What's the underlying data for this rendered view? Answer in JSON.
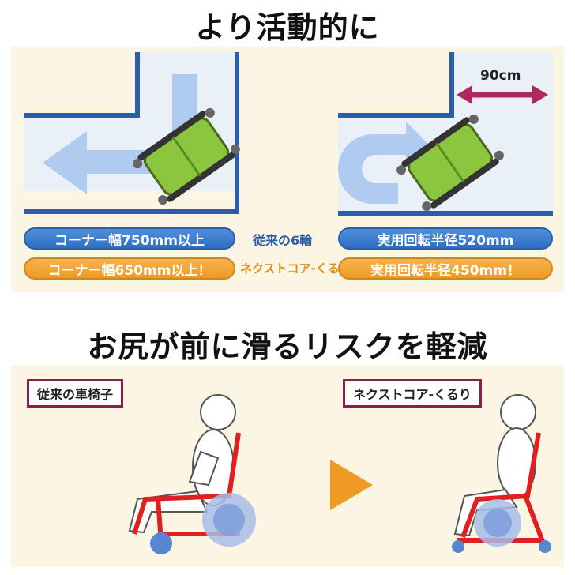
{
  "section1": {
    "title": "より活動的に",
    "dimension_label": "90cm",
    "middle_label_conventional": "従来の6輪",
    "middle_label_product": "ネクストコア-くるり",
    "pills": {
      "corner_conventional": "コーナー幅750mm以上",
      "corner_product": "コーナー幅650mm以上！",
      "radius_conventional": "実用回転半径520mm",
      "radius_product": "実用回転半径450mm！"
    }
  },
  "section2": {
    "title": "お尻が前に滑るリスクを軽減",
    "label_conventional": "従来の車椅子",
    "label_product": "ネクストコア-くるり"
  },
  "colors": {
    "pill_blue": "#3a7fd0",
    "pill_orange": "#f0a535",
    "wall_blue": "#2a5ea8",
    "arrow_light_blue": "#a8c8ee",
    "dimension_arrow": "#b0285a",
    "frame_red": "#e02020",
    "play_arrow": "#ef9a22",
    "label_border": "#8a2048"
  }
}
